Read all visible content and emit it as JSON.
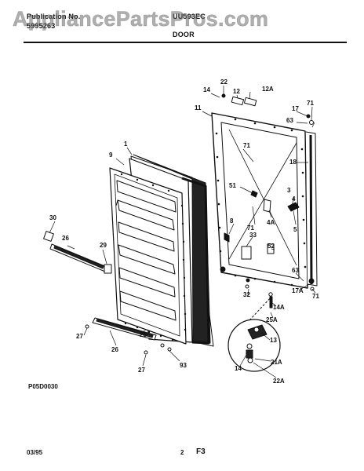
{
  "watermark": "AppliancePartsPros.com",
  "header": {
    "pub_label": "Publication No.",
    "pub_number": "5995263",
    "model": "UU593EC",
    "section": "DOOR"
  },
  "diagram": {
    "code": "P05D0030",
    "callouts": [
      {
        "id": "c22",
        "text": "22"
      },
      {
        "id": "c14a",
        "text": "14"
      },
      {
        "id": "c12",
        "text": "12"
      },
      {
        "id": "c12a",
        "text": "12A"
      },
      {
        "id": "c11",
        "text": "11"
      },
      {
        "id": "c17",
        "text": "17"
      },
      {
        "id": "c71a",
        "text": "71"
      },
      {
        "id": "c63a",
        "text": "63"
      },
      {
        "id": "c71b",
        "text": "71"
      },
      {
        "id": "c1",
        "text": "1"
      },
      {
        "id": "c9",
        "text": "9"
      },
      {
        "id": "c18",
        "text": "18"
      },
      {
        "id": "c51",
        "text": "51"
      },
      {
        "id": "c3",
        "text": "3"
      },
      {
        "id": "c4",
        "text": "4"
      },
      {
        "id": "c71c",
        "text": "71"
      },
      {
        "id": "c8",
        "text": "8"
      },
      {
        "id": "c4a",
        "text": "4A"
      },
      {
        "id": "c5",
        "text": "5"
      },
      {
        "id": "c33",
        "text": "33"
      },
      {
        "id": "c52",
        "text": "52"
      },
      {
        "id": "c30",
        "text": "30"
      },
      {
        "id": "c26a",
        "text": "26"
      },
      {
        "id": "c29",
        "text": "29"
      },
      {
        "id": "c63b",
        "text": "63"
      },
      {
        "id": "c32",
        "text": "32"
      },
      {
        "id": "c17a",
        "text": "17A"
      },
      {
        "id": "c71d",
        "text": "71"
      },
      {
        "id": "c14b",
        "text": "14A"
      },
      {
        "id": "c25a",
        "text": "25A"
      },
      {
        "id": "c27a",
        "text": "27"
      },
      {
        "id": "c25",
        "text": "25"
      },
      {
        "id": "c26b",
        "text": "26"
      },
      {
        "id": "c27b",
        "text": "27"
      },
      {
        "id": "c93",
        "text": "93"
      },
      {
        "id": "c13",
        "text": "13"
      },
      {
        "id": "c14c",
        "text": "14"
      },
      {
        "id": "c21a",
        "text": "21A"
      },
      {
        "id": "c22a",
        "text": "22A"
      }
    ]
  },
  "footer": {
    "date": "03/95",
    "page": "2",
    "section_code": "F3"
  }
}
